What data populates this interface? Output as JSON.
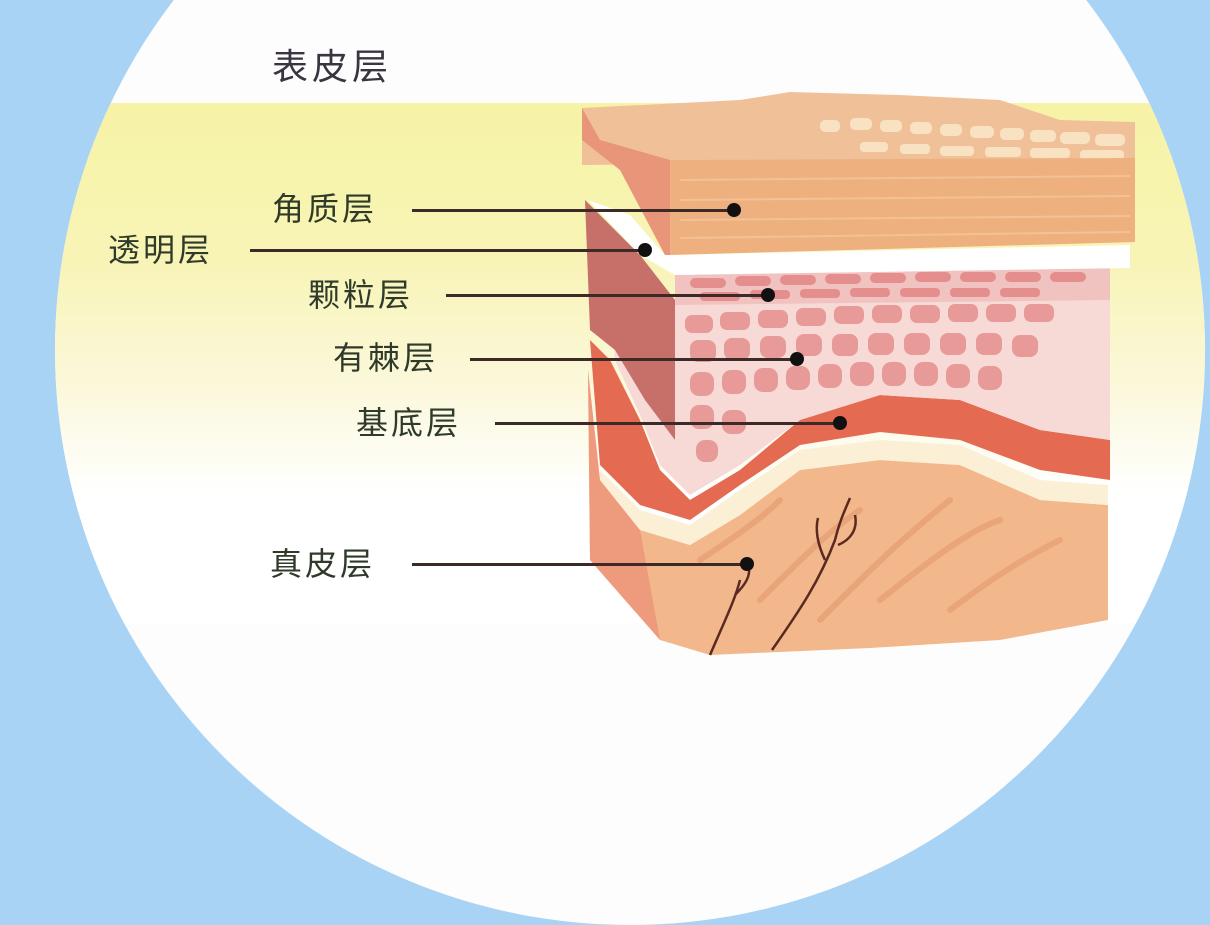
{
  "title": "表皮层",
  "layers": [
    {
      "id": "stratum-corneum",
      "label": "角质层"
    },
    {
      "id": "stratum-lucidum",
      "label": "透明层"
    },
    {
      "id": "stratum-granulosum",
      "label": "颗粒层"
    },
    {
      "id": "stratum-spinosum",
      "label": "有棘层"
    },
    {
      "id": "stratum-basale",
      "label": "基底层"
    },
    {
      "id": "dermis",
      "label": "真皮层"
    }
  ],
  "colors": {
    "background": "#a9d3f5",
    "circle": "#fdfdfd",
    "yellow_band": "#f6f3a6",
    "corneum": "#eeb07e",
    "granular": "#e89c98",
    "basal": "#e06a50",
    "dermis": "#f3b78c",
    "leader": "#3b2a28"
  }
}
